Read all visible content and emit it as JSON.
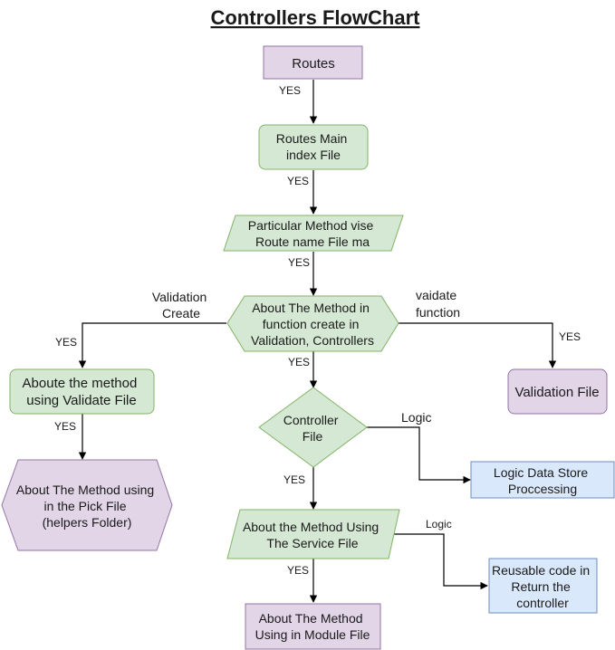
{
  "title": "Controllers FlowChart",
  "colors": {
    "purple_fill": "#e1d5e7",
    "purple_stroke": "#9673a6",
    "green_fill": "#d5e8d4",
    "green_stroke": "#82b366",
    "blue_fill": "#dae8fc",
    "blue_stroke": "#6c8ebf",
    "line": "#000000"
  },
  "nodes": {
    "routes": [
      "Routes"
    ],
    "routes_main": [
      "Routes Main",
      "index File"
    ],
    "particular_method": [
      "Particular Method vise",
      "Route name File ma"
    ],
    "about_method_validation": [
      "About The Method in",
      "function create in",
      "Validation, Controllers"
    ],
    "aboute_validate_file": [
      "Aboute the method",
      "using Validate File"
    ],
    "validation_file": [
      "Validation File"
    ],
    "controller_file": [
      "Controller",
      "File"
    ],
    "pick_file": [
      "About The Method using",
      "in the Pick File",
      "(helpers Folder)"
    ],
    "logic_data_store": [
      "Logic Data Store",
      "Proccessing"
    ],
    "service_file": [
      "About the Method Using",
      "The Service File"
    ],
    "reusable_code": [
      "Reusable code in",
      "Return the",
      "controller"
    ],
    "module_file": [
      "About The Method",
      "Using in Module File"
    ]
  },
  "edge_labels": {
    "yes": "YES",
    "logic": "Logic",
    "validation_create": [
      "Validation",
      "Create"
    ],
    "vaidate_function": [
      "vaidate",
      "function"
    ]
  }
}
